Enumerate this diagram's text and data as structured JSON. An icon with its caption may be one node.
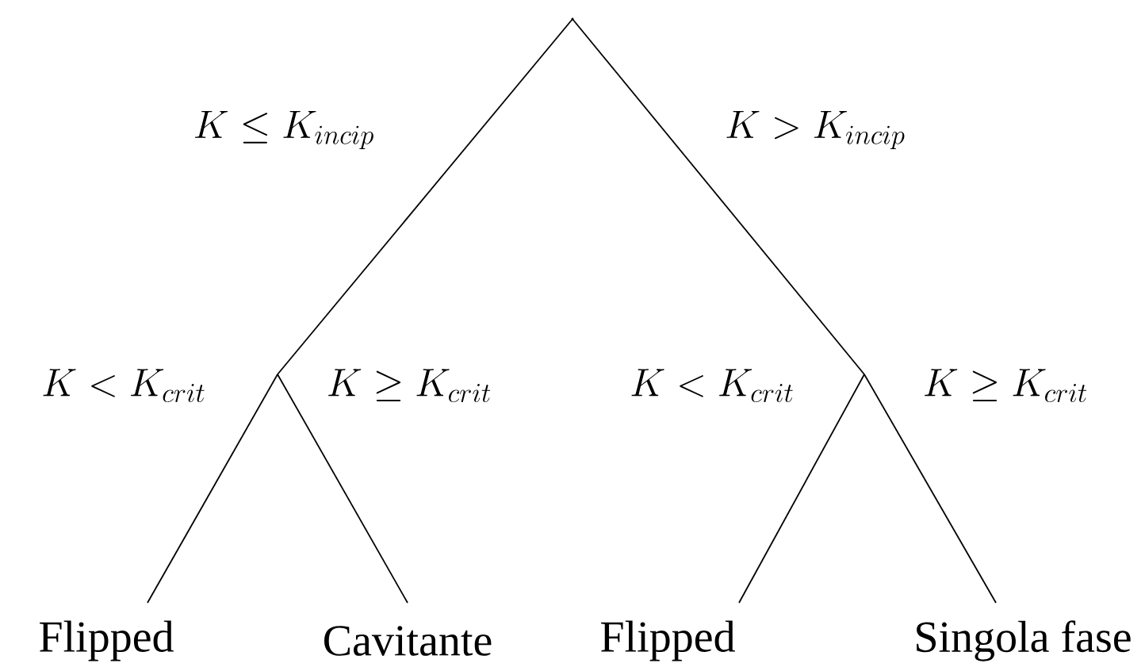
{
  "diagram": {
    "nodes": [
      {
        "text": [],
        "shape": "point"
      },
      {
        "text": [
          "Flipped"
        ]
      },
      {
        "text": [
          "Cavitante"
        ]
      },
      {
        "text": [
          "Flipped"
        ]
      },
      {
        "text": [
          "Singola fase"
        ]
      }
    ],
    "edges": [
      {
        "from": 0,
        "to": 1,
        "arrow": "none",
        "label": "K < K_{crit}"
      },
      {
        "from": 0,
        "to": 2,
        "arrow": "none",
        "label": "K \\geq K_{crit}"
      },
      {
        "from": 0,
        "to": 3,
        "arrow": "none",
        "label": "K < K_{crit}"
      },
      {
        "from": 0,
        "to": 4,
        "arrow": "none",
        "label": "K \\geq K_{crit}"
      }
    ],
    "labels": [
      "K \\leq K_{incip}",
      "K > K_{incip}"
    ]
  }
}
